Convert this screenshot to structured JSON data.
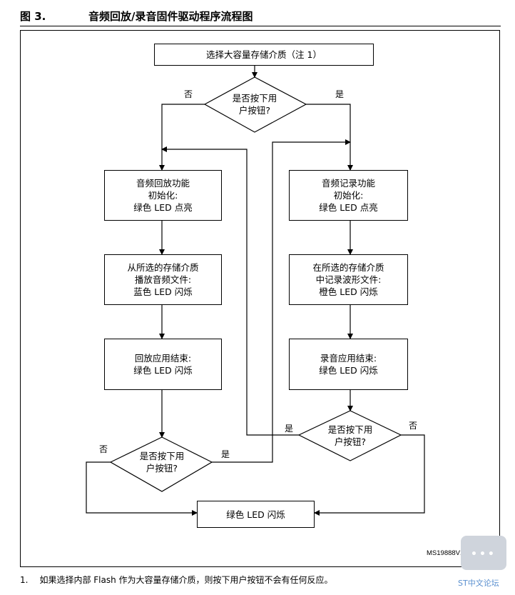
{
  "header": {
    "figure_number": "图 3.",
    "title": "音频回放/录音固件驱动程序流程图"
  },
  "flowchart": {
    "start_box": [
      "选择大容量存储介质（注 1）"
    ],
    "decision_top": [
      "是否按下用",
      "户按钮?"
    ],
    "playback_init": [
      "音频回放功能",
      "初始化:",
      "绿色 LED 点亮"
    ],
    "record_init": [
      "音频记录功能",
      "初始化:",
      "绿色 LED 点亮"
    ],
    "playback_play": [
      "从所选的存储介质",
      "播放音频文件:",
      "蓝色 LED 闪烁"
    ],
    "record_write": [
      "在所选的存储介质",
      "中记录波形文件:",
      "橙色 LED 闪烁"
    ],
    "playback_end": [
      "回放应用结束:",
      "绿色 LED 闪烁"
    ],
    "record_end": [
      "录音应用结束:",
      "绿色 LED 闪烁"
    ],
    "decision_left": [
      "是否按下用",
      "户按钮?"
    ],
    "decision_right": [
      "是否按下用",
      "户按钮?"
    ],
    "end_box": [
      "绿色 LED 闪烁"
    ],
    "labels": {
      "no": "否",
      "yes": "是"
    }
  },
  "figure_code": "MS19888V1",
  "footnote": {
    "number": "1.",
    "text": "如果选择内部 Flash 作为大容量存储介质，则按下用户按钮不会有任何反应。"
  },
  "watermark": {
    "text": "ST中文论坛",
    "icon": "chat-bubble-icon"
  }
}
